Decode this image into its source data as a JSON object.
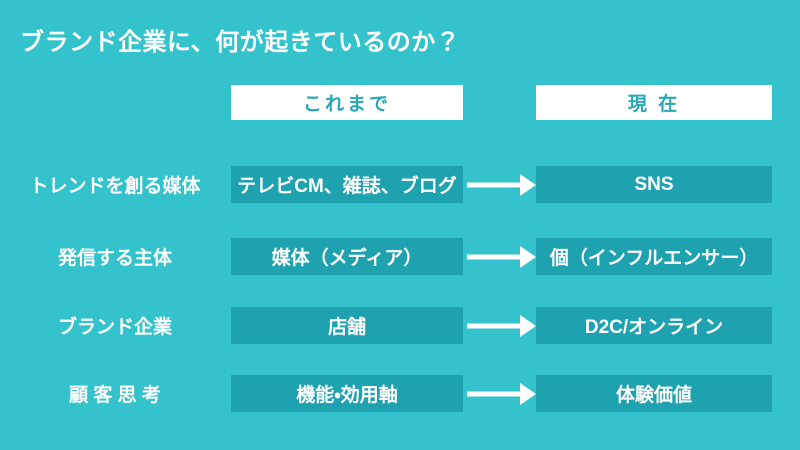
{
  "title": "ブランド企業に、何が起きているのか？",
  "columns": {
    "before_label": "これまで",
    "after_label": "現 在"
  },
  "rows": [
    {
      "label": "トレンドを創る媒体",
      "before": "テレビCM、雑誌、ブログ",
      "after": "SNS"
    },
    {
      "label": "発信する主体",
      "before": "媒体（メディア）",
      "after": "個（インフルエンサー）"
    },
    {
      "label": "ブランド企業",
      "before": "店舗",
      "after": "D2C/オンライン"
    },
    {
      "label": "顧 客 思 考",
      "before": "機能・効用軸",
      "after": "体験価値"
    }
  ],
  "icons": {
    "arrow": "right-arrow"
  },
  "colors": {
    "background": "#34C2CC",
    "cell_background": "#1FA2B0",
    "header_background": "#FFFFFF",
    "header_text": "#28A7B9",
    "text": "#FFFFFF",
    "arrow": "#FFFFFF"
  }
}
